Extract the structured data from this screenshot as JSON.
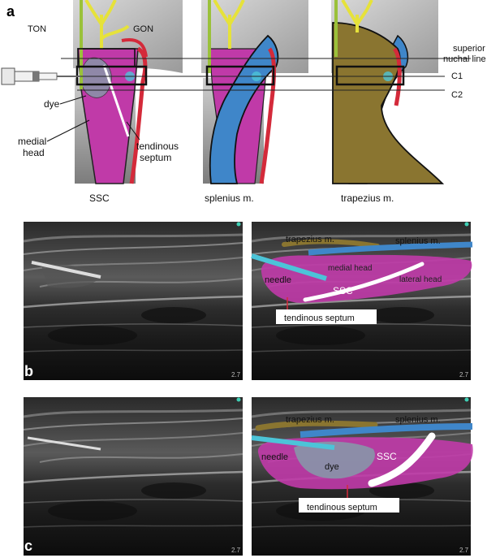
{
  "panel_a": {
    "letter": "a",
    "labels": {
      "ton": "TON",
      "gon": "GON",
      "superior_nuchal_line": [
        "superior",
        "nuchal line"
      ],
      "c1": "C1",
      "c2": "C2",
      "dye": "dye",
      "medial_head": [
        "medial",
        "head"
      ],
      "tendinous_septum": [
        "tendinous",
        "septum"
      ]
    },
    "captions": [
      "SSC",
      "splenius m.",
      "trapezius m."
    ]
  },
  "panel_b": {
    "letter": "b",
    "scale": "2.7",
    "labels": {
      "trapezius": "trapezius m.",
      "splenius": "splenius m.",
      "medial_head": "medial head",
      "lateral_head": "lateral head",
      "needle": "needle",
      "ssc": "SSC",
      "tendinous_septum": "tendinous septum"
    }
  },
  "panel_c": {
    "letter": "c",
    "scale": "2.7",
    "labels": {
      "trapezius": "trapezius m.",
      "splenius": "splenius m.",
      "needle": "needle",
      "dye": "dye",
      "ssc": "SSC",
      "tendinous_septum": "tendinous septum"
    }
  },
  "colors": {
    "ssc_magenta": "#c03aa8",
    "splenius_blue": "#3f86c9",
    "trapezius_olive": "#8a7530",
    "nerve_yellow": "#e6e23a",
    "artery_red": "#d42a3a",
    "needle_cyan": "#4cc4d8",
    "dye_gray": "#8796a8"
  }
}
